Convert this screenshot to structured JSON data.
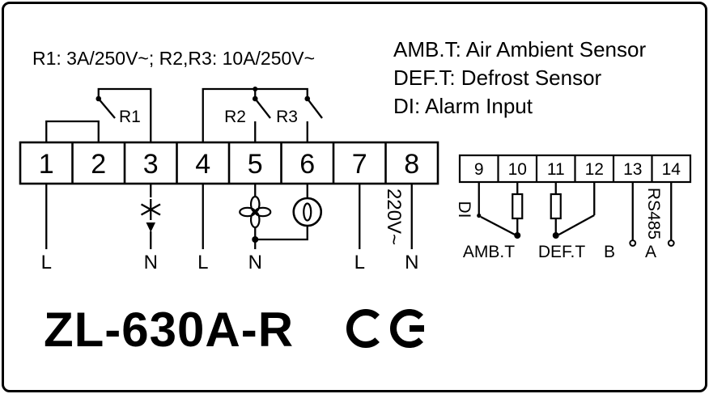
{
  "model": "ZL-630A-R",
  "certification_mark": "CE",
  "ratings_note": "R1: 3A/250V~; R2,R3: 10A/250V~",
  "legend": {
    "amb": "AMB.T: Air Ambient Sensor",
    "def": "DEF.T: Defrost Sensor",
    "di": "DI: Alarm Input"
  },
  "relays": {
    "r1": "R1",
    "r2": "R2",
    "r3": "R3"
  },
  "power_block": {
    "terminals": [
      "1",
      "2",
      "3",
      "4",
      "5",
      "6",
      "7",
      "8"
    ]
  },
  "comm_block": {
    "terminals": [
      "9",
      "10",
      "11",
      "12",
      "13",
      "14"
    ]
  },
  "wire_labels": {
    "l1": "L",
    "n1": "N",
    "l2": "L",
    "n2": "N",
    "l3": "L",
    "supply": "220V~",
    "n3": "N"
  },
  "io_labels": {
    "di": "DI",
    "amb": "AMB.T",
    "def": "DEF.T",
    "b": "B",
    "a": "A",
    "bus": "RS485"
  },
  "icons": {
    "defrost": "defrost-heater-icon",
    "fan": "fan-icon",
    "compressor": "compressor-icon",
    "ce": "ce-mark"
  },
  "colors": {
    "ink": "#000000",
    "paper": "#ffffff"
  }
}
